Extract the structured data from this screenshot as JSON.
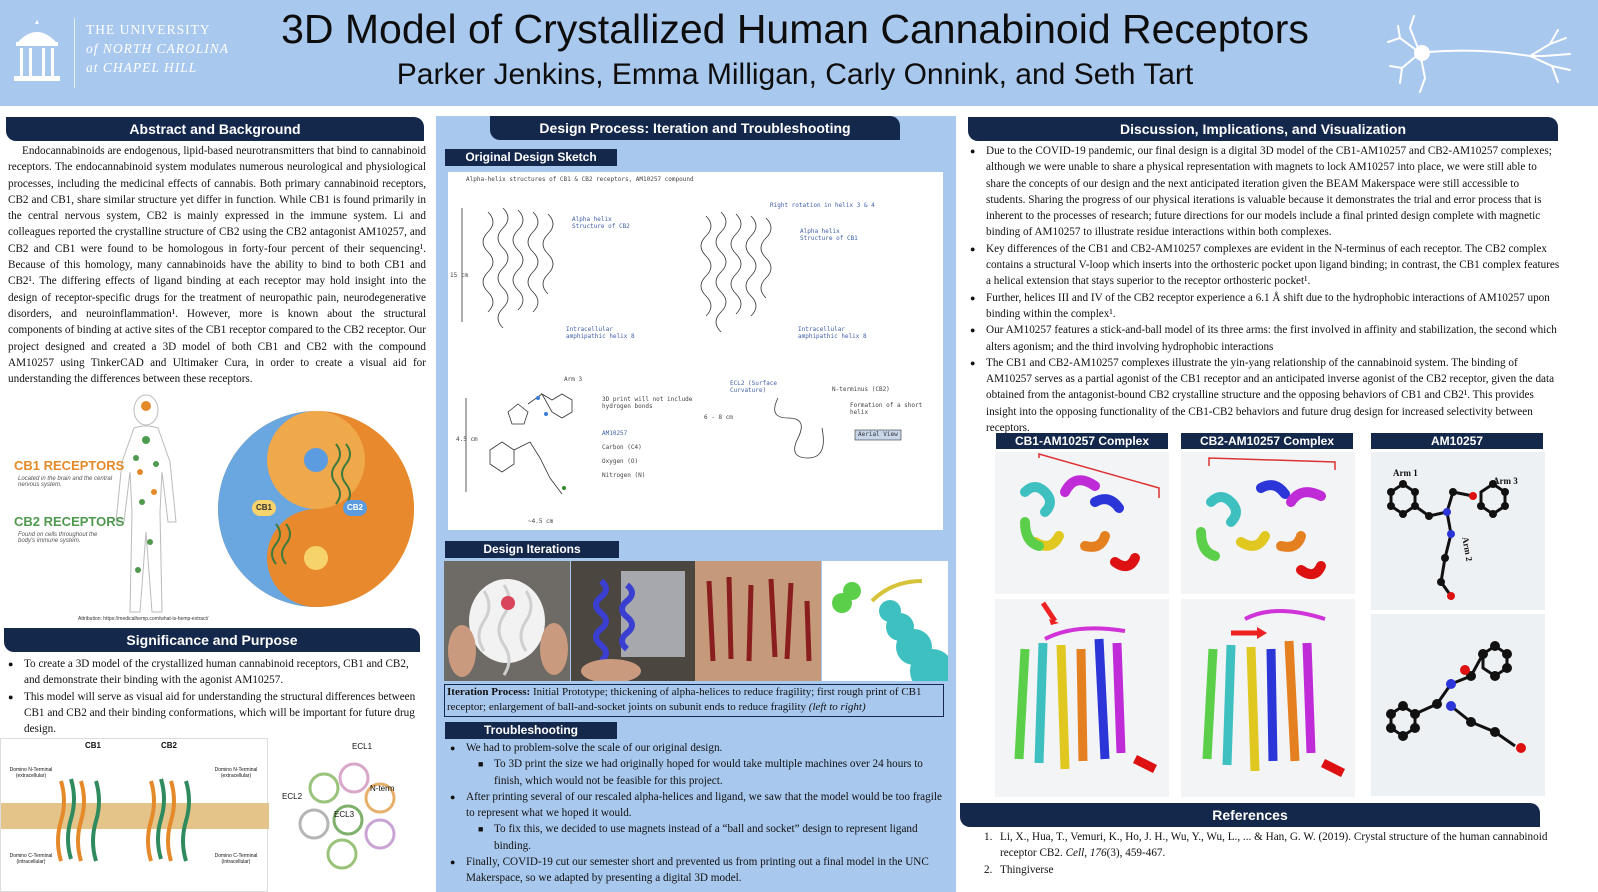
{
  "header": {
    "university_line1": "THE UNIVERSITY",
    "university_line2": "of NORTH CAROLINA",
    "university_line3": "at CHAPEL HILL",
    "title": "3D Model of Crystallized Human Cannabinoid Receptors",
    "authors": "Parker Jenkins, Emma Milligan, Carly Onnink, and Seth Tart"
  },
  "abstract": {
    "heading": "Abstract and Background",
    "text": "Endocannabinoids are endogenous, lipid-based neurotransmitters that bind to cannabinoid receptors. The endocannabinoid system modulates numerous neurological and physiological processes, including the medicinal effects of cannabis. Both primary cannabinoid receptors, CB2 and CB1, share similar structure yet differ in function. While CB1 is found primarily in the central nervous system, CB2 is mainly expressed in the immune system. Li and colleagues reported the crystalline structure of CB2 using the CB2 antagonist AM10257, and CB2 and CB1 were found to be homologous in forty-four percent of their sequencing¹. Because of this homology, many cannabinoids have the ability to bind to both CB1 and CB2¹. The differing effects of ligand binding at each receptor may hold insight into the design of receptor-specific drugs for the treatment of neuropathic pain, neurodegenerative disorders, and neuroinflammation¹. However, more is known about the structural components of binding at active sites of the CB1 receptor compared to the CB2 receptor. Our project designed and created a 3D model of both CB1 and CB2 with the compound AM10257 using TinkerCAD and Ultimaker Cura, in order to create a visual aid for understanding the differences between these receptors.",
    "cb1_label": "CB1 RECEPTORS",
    "cb1_desc": "Located in the brain and the central nervous system.",
    "cb2_label": "CB2 RECEPTORS",
    "cb2_desc": "Found on cells throughout the body's immune system.",
    "attribution": "Attribution: https://medicalhemp.com/what-is-hemp-extract/",
    "circle_cb1": "CB1",
    "circle_cb2": "CB2"
  },
  "significance": {
    "heading": "Significance and Purpose",
    "bullets": [
      "To create a 3D model of the crystallized human cannabinoid receptors, CB1 and CB2, and demonstrate their binding with the agonist AM10257.",
      "This model will serve as visual aid for understanding the structural differences between CB1 and CB2 and their binding conformations, which will be important for future drug design."
    ],
    "fig_cb1": "CB1",
    "fig_cb2": "CB2",
    "domain_n_left": "Domino N-Terminal (extracellular)",
    "domain_c_left": "Domino C-Terminal (intracellular)",
    "domain_n_right": "Domino N-Terminal (extracellular)",
    "domain_c_right": "Domino C-Terminal (intracellular)",
    "ecl1": "ECL1",
    "ecl2": "ECL2",
    "ecl3": "ECL3",
    "nterm": "N-term"
  },
  "design": {
    "heading": "Design Process: Iteration and Troubleshooting",
    "sketch_heading": "Original Design Sketch",
    "iterations_heading": "Design Iterations",
    "iteration_label": "Iteration Process:",
    "iteration_text": "Initial Prototype; thickening of alpha-helices to reduce fragility; first rough print of CB1 receptor; enlargement of ball-and-socket joints on subunit ends to reduce fragility",
    "iteration_italic": "(left to right)",
    "troubleshooting_heading": "Troubleshooting",
    "bullets": [
      {
        "text": "We had to problem-solve the scale of our original design.",
        "sub": [
          "To 3D print the size we had originally hoped for would take multiple machines over 24 hours to finish, which would not be feasible for this project."
        ]
      },
      {
        "text": "After printing several of our rescaled alpha-helices and ligand, we saw that the model would be too fragile to represent what we hoped it would.",
        "sub": [
          "To fix this, we decided to use magnets instead of a “ball and socket” design to represent ligand binding."
        ]
      },
      {
        "text": "Finally,  COVID-19 cut our semester short and prevented us from printing out a final model in the UNC Makerspace, so we adapted by presenting a digital 3D model.",
        "sub": []
      }
    ]
  },
  "discussion": {
    "heading": "Discussion, Implications, and Visualization",
    "bullets": [
      "Due to the COVID-19 pandemic, our final design is a digital 3D model of the CB1-AM10257 and CB2-AM10257 complexes; although we were unable to share a physical representation with magnets to lock AM10257 into place, we were still able to share the concepts of our design and the next anticipated iteration given the BEAM Makerspace were still accessible to students. Sharing the progress of our physical iterations is valuable because it demonstrates the trial and error process that is inherent to the processes of research; future directions for our models include a final printed design complete with magnetic binding of AM10257 to illustrate residue interactions within both complexes.",
      "Key differences of the CB1 and CB2-AM10257 complexes are evident in the N-terminus of each receptor. The CB2 complex contains a structural V-loop which inserts into the orthosteric pocket upon ligand binding; in contrast, the CB1 complex features a helical extension that stays superior to the receptor orthosteric pocket¹.",
      "Further, helices III and IV of the CB2 receptor experience a 6.1 Å shift due to the hydrophobic interactions of AM10257 upon binding within the complex¹.",
      "Our AM10257 features a stick-and-ball model of its three arms: the first involved in affinity and stabilization, the second which alters agonism; and the third involving hydrophobic interactions",
      "The CB1 and CB2-AM10257 complexes illustrate the yin-yang relationship of the cannabinoid system. The binding of AM10257 serves as a partial agonist of the CB1 receptor and an anticipated inverse agonist of the CB2 receptor, given the data obtained from the antagonist-bound CB2 crystalline structure and the opposing behaviors of CB1 and CB2¹. This provides insight into the opposing functionality of the CB1-CB2 behaviors and future drug design for increased selectivity between receptors."
    ],
    "col1": "CB1-AM10257 Complex",
    "col2": "CB2-AM10257 Complex",
    "col3": "AM10257",
    "arm1": "Arm 1",
    "arm2": "Arm 2",
    "arm3": "Arm 3"
  },
  "references": {
    "heading": "References",
    "items": [
      {
        "num": "1.",
        "pre": "Li, X., Hua, T., Vemuri, K., Ho, J. H., Wu, Y., Wu, L., ... & Han, G. W. (2019). Crystal structure of the human cannabinoid receptor CB2.",
        "journal": "Cell",
        "vol": "176",
        "post": "(3), 459-467."
      },
      {
        "num": "2.",
        "pre": "Thingiverse",
        "journal": "",
        "vol": "",
        "post": ""
      }
    ]
  },
  "sketch_notes": {
    "top": "Alpha-helix structures of CB1 & CB2 receptors, AM10257 compound",
    "alpha1": "Alpha helix Structure of CB2",
    "alpha2": "Alpha helix Structure of CB1",
    "right_rot": "Right rotation in helix 3 & 4",
    "amph1": "Intracellular amphipathic helix 8",
    "amph2": "Intracellular amphipathic helix 8",
    "size1": "15 cm",
    "arm3": "Arm 3",
    "print_note": "3D print will not include hydrogen bonds",
    "am": "AM10257",
    "carbon": "Carbon (C4)",
    "oxygen": "Oxygen (O)",
    "nitrogen": "Nitrogen (N)",
    "size2": "4.5 cm",
    "size3": "~4.5 cm",
    "ecl": "ECL2 (Surface Curvature)",
    "nterm": "N-terminus (CB2)",
    "formation": "Formation of a short helix",
    "aerial": "Aerial View",
    "size4": "6 - 8 cm"
  },
  "colors": {
    "header_bg": "#a9c8ee",
    "banner_bg": "#14284b",
    "panel_bg": "#a9c8ee"
  }
}
